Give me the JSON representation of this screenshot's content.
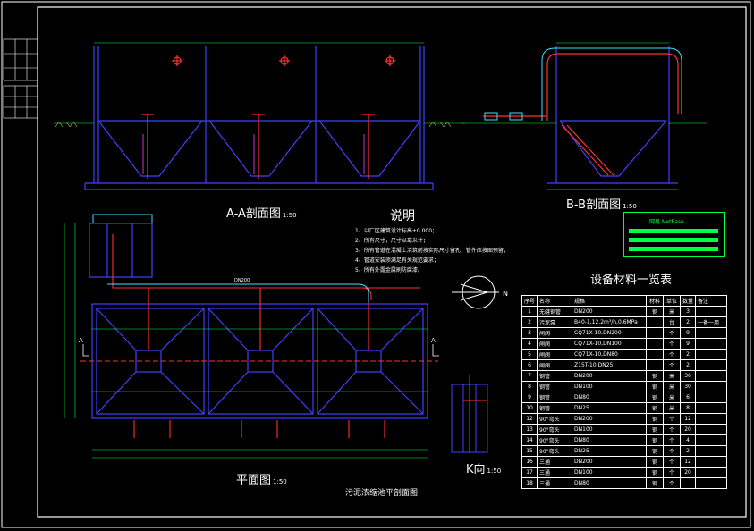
{
  "drawing": {
    "section_aa": {
      "title": "A-A剖面图",
      "scale": "1:50"
    },
    "section_bb": {
      "title": "B-B剖面图",
      "scale": "1:50"
    },
    "plan": {
      "title": "平面图",
      "scale": "1:50"
    },
    "detail_k": {
      "title": "K向",
      "scale": "1:50"
    },
    "drawing_name": "污泥浓缩池平剖面图",
    "compass_label": "N",
    "section_marker": "A",
    "pipe_label": "DN200",
    "logo": "网易 NetEase"
  },
  "notes": {
    "title": "说明",
    "items": [
      "1、以厂区建筑设计标高±0.000；",
      "2、所有尺寸，尺寸以毫米计；",
      "3、所有管道在混凝土浇筑前按实际尺寸留孔，管件应按图预留；",
      "4、管道安装须满足有关规范要求；",
      "5、所有外露金属刷防腐漆。"
    ]
  },
  "materials_table": {
    "title": "设备材料一览表",
    "headers": [
      "序号",
      "名称",
      "规格",
      "材料",
      "单位",
      "数量",
      "备注"
    ],
    "rows": [
      [
        "1",
        "无缝钢管",
        "DN200",
        "钢",
        "米",
        "3",
        ""
      ],
      [
        "2",
        "污泥泵",
        "B40-1,12.2m³/h,0.6MPa",
        "",
        "台",
        "2",
        "一备一用"
      ],
      [
        "3",
        "闸阀",
        "CQ71X-10,DN200",
        "",
        "个",
        "9",
        ""
      ],
      [
        "4",
        "闸阀",
        "CQ71X-10,DN100",
        "",
        "个",
        "9",
        ""
      ],
      [
        "5",
        "闸阀",
        "CQ71X-10,DN80",
        "",
        "个",
        "2",
        ""
      ],
      [
        "6",
        "闸阀",
        "Z15T-10,DN25",
        "",
        "个",
        "2",
        ""
      ],
      [
        "7",
        "钢管",
        "DN200",
        "钢",
        "米",
        "36",
        ""
      ],
      [
        "8",
        "钢管",
        "DN100",
        "钢",
        "米",
        "30",
        ""
      ],
      [
        "9",
        "钢管",
        "DN80",
        "钢",
        "米",
        "6",
        ""
      ],
      [
        "10",
        "钢管",
        "DN25",
        "钢",
        "米",
        "8",
        ""
      ],
      [
        "12",
        "90°弯头",
        "DN200",
        "钢",
        "个",
        "12",
        ""
      ],
      [
        "13",
        "90°弯头",
        "DN100",
        "钢",
        "个",
        "20",
        ""
      ],
      [
        "14",
        "90°弯头",
        "DN80",
        "钢",
        "个",
        "4",
        ""
      ],
      [
        "15",
        "90°弯头",
        "DN25",
        "钢",
        "个",
        "2",
        ""
      ],
      [
        "16",
        "三通",
        "DN200",
        "钢",
        "个",
        "12",
        ""
      ],
      [
        "17",
        "三通",
        "DN100",
        "钢",
        "个",
        "20",
        ""
      ],
      [
        "18",
        "三通",
        "DN80",
        "钢",
        "个",
        "",
        ""
      ]
    ]
  },
  "colors": {
    "tank": "#4040ff",
    "pipe": "#ff3030",
    "dimension": "#00ff40",
    "magenta": "#ff40ff",
    "cyan": "#40e0ff",
    "yellow": "#ffff40",
    "frame": "#ffffff"
  }
}
